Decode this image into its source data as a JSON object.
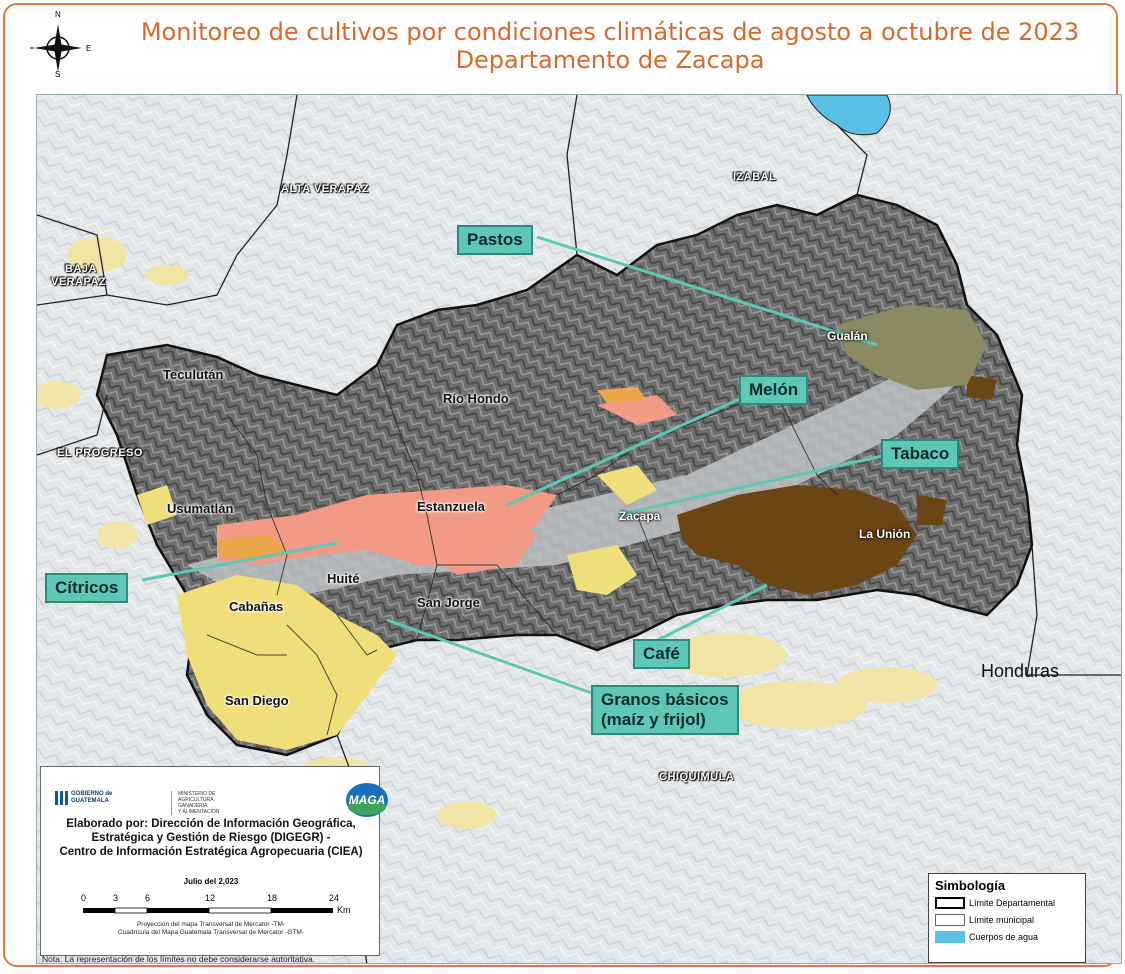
{
  "header": {
    "title_line1": "Monitoreo de cultivos por condiciones climáticas de agosto a octubre de 2023",
    "title_line2": "Departamento de Zacapa"
  },
  "compass": {
    "n": "N",
    "s": "S",
    "e": "E",
    "icon": "compass-rose-icon"
  },
  "departments": {
    "alta_verapaz": "ALTA VERAPAZ",
    "izabal": "IZABAL",
    "baja_verapaz_1": "BAJA",
    "baja_verapaz_2": "VERAPAZ",
    "el_progreso": "EL PROGRESO",
    "chiquimula": "CHIQUIMULA"
  },
  "country": "Honduras",
  "municipalities": {
    "teculutan": "Teculután",
    "rio_hondo": "Río Hondo",
    "gualan": "Gualán",
    "usumatlan": "Usumatlán",
    "estanzuela": "Estanzuela",
    "zacapa": "Zacapa",
    "la_union": "La Unión",
    "huite": "Huité",
    "cabanas": "Cabañas",
    "san_jorge": "San Jorge",
    "san_diego": "San Diego"
  },
  "crops": {
    "pastos": "Pastos",
    "melon": "Melón",
    "tabaco": "Tabaco",
    "citricos": "Cítricos",
    "cafe": "Café",
    "granos_1": "Granos básicos",
    "granos_2": "(maíz y frijol)"
  },
  "credit": {
    "gob_1": "GOBIERNO de",
    "gob_2": "GUATEMALA",
    "ministry_1": "MINISTERIO DE",
    "ministry_2": "AGRICULTURA,",
    "ministry_3": "GANADERÍA",
    "ministry_4": "Y ALIMENTACIÓN",
    "maga": "MAGA",
    "line1": "Elaborado por: Dirección de Información Geográfica,",
    "line2": "Estratégica y Gestión de Riesgo (DIGEGR) -",
    "line3": "Centro de Información Estratégica Agropecuaria (CIEA)",
    "date": "Julio del 2,023",
    "scale_ticks": [
      "0",
      "3",
      "6",
      "12",
      "18",
      "24"
    ],
    "scale_unit": "Km",
    "proj1": "Proyección del mapa Transversal de Mercator -TM-",
    "proj2": "Cuadrícula del Mapa Guatemala Transversal de Mercator -GTM-"
  },
  "note": "Nota: La representación de los límites no debe considerarse autoritativa.",
  "legend": {
    "title": "Simbología",
    "items": [
      {
        "label": "Límite Departamental"
      },
      {
        "label": "Límite municipal"
      },
      {
        "label": "Cuerpos de agua"
      }
    ]
  },
  "colors": {
    "title": "#d9692b",
    "frame": "#e07b39",
    "callout": "#5fc8b5",
    "melon": "#f39a86",
    "granos": "#f0de7a",
    "cafe": "#6b4513",
    "pastos": "#8c8a63",
    "water": "#5bc0e6"
  }
}
